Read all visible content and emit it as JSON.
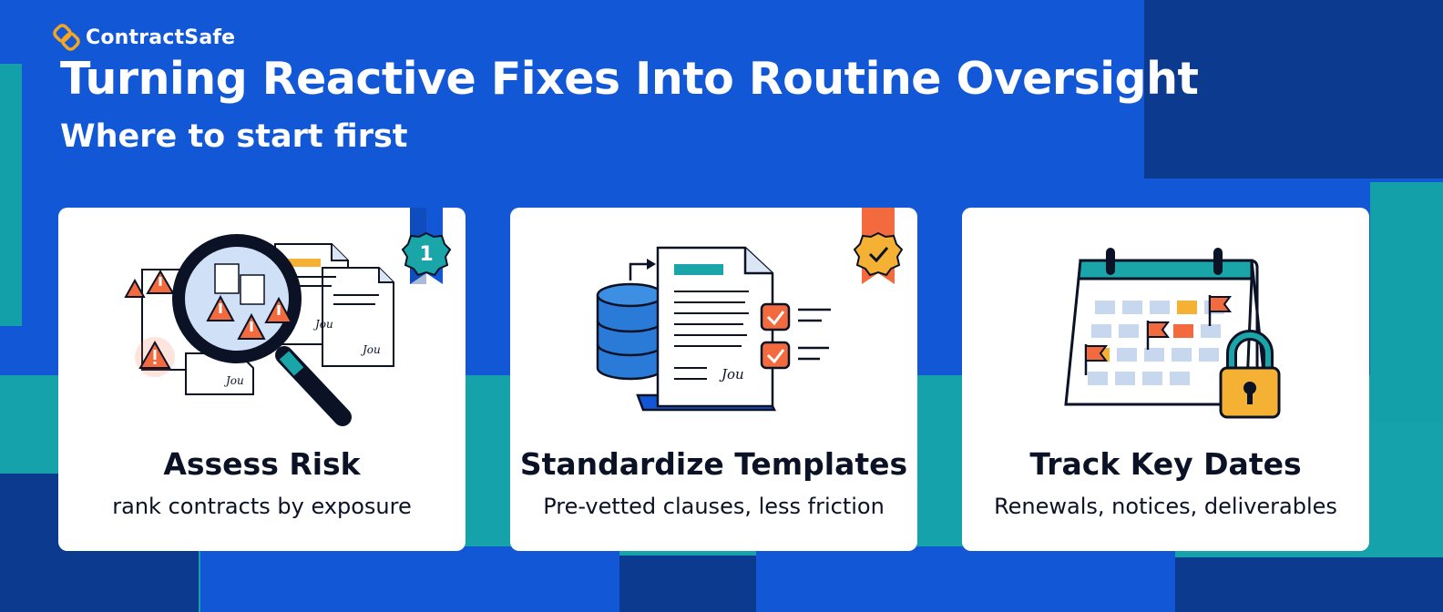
{
  "brand": {
    "name": "ContractSafe",
    "logo_icon": "contractsafe-logo-icon",
    "accent": "#f4a623"
  },
  "header": {
    "title": "Turning Reactive Fixes Into Routine Oversight",
    "subtitle": "Where to start first"
  },
  "colors": {
    "background": "#1257d6",
    "navy": "#0c3a8f",
    "teal": "#15a2ab",
    "warning": "#f26a3d",
    "yellow": "#f4b133",
    "card": "#ffffff",
    "text": "#0b1226"
  },
  "cards": [
    {
      "badge": "1",
      "badge_icon": "ribbon-number-badge-icon",
      "illustration": "magnifying-glass-warning-documents-icon",
      "title": "Assess Risk",
      "description": "rank contracts by exposure"
    },
    {
      "badge_icon": "ribbon-checkmark-badge-icon",
      "illustration": "database-document-checklist-icon",
      "title": "Standardize Templates",
      "description": "Pre-vetted clauses, less friction"
    },
    {
      "illustration": "calendar-flags-padlock-icon",
      "title": "Track Key Dates",
      "description": "Renewals, notices, deliverables"
    }
  ],
  "signature_text": "Jou"
}
